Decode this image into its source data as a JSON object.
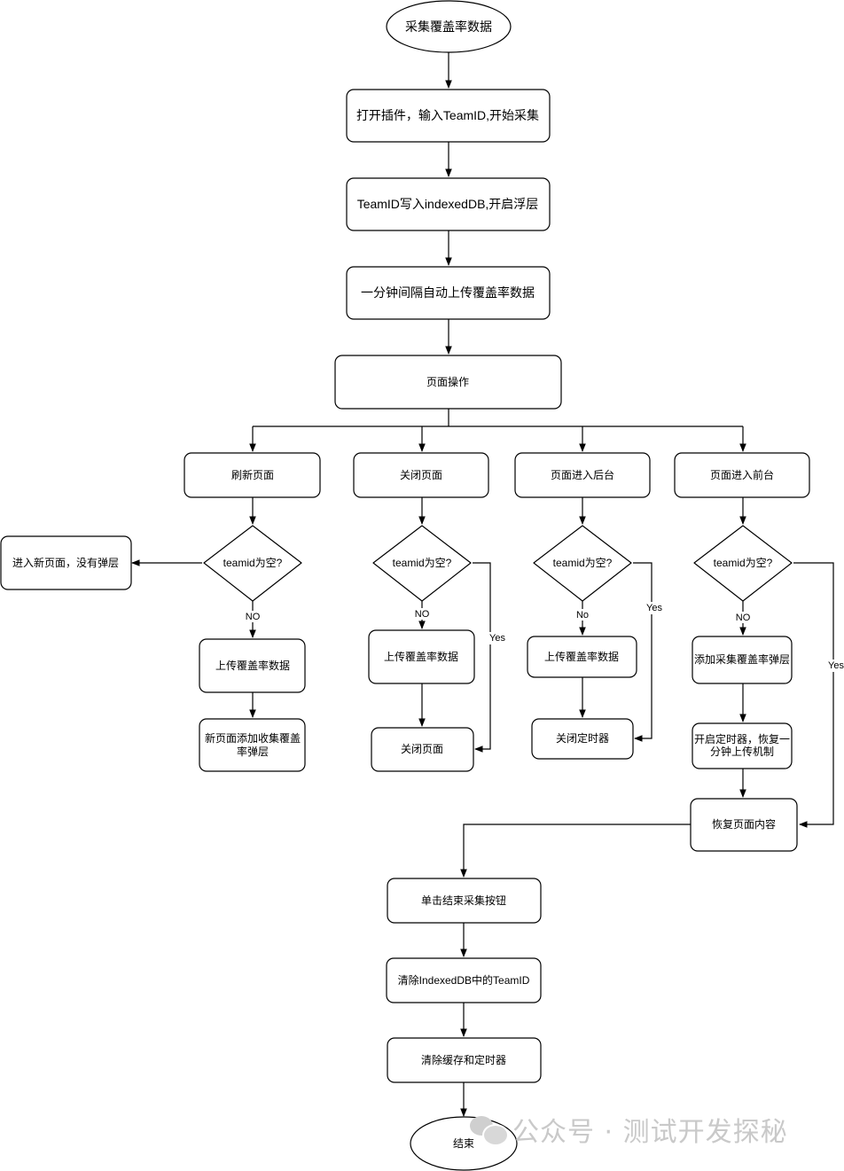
{
  "nodes": {
    "start": "采集覆盖率数据",
    "open_plugin": "打开插件，输入TeamID,开始采集",
    "write_db": "TeamID写入indexedDB,开启浮层",
    "auto_upload": "一分钟间隔自动上传覆盖率数据",
    "page_op": "页面操作",
    "refresh": "刷新页面",
    "close_page": "关闭页面",
    "to_background": "页面进入后台",
    "to_foreground": "页面进入前台",
    "decision": "teamid为空?",
    "new_page_no_layer": "进入新页面，没有弹层",
    "upload_data": "上传覆盖率数据",
    "new_page_layer_1": "新页面添加收集覆盖",
    "new_page_layer_2": "率弹层",
    "close_page_end": "关闭页面",
    "close_timer": "关闭定时器",
    "add_layer": "添加采集覆盖率弹层",
    "start_timer_1": "开启定时器，恢复一",
    "start_timer_2": "分钟上传机制",
    "restore": "恢复页面内容",
    "click_end": "单击结束采集按钮",
    "clear_db": "清除IndexedDB中的TeamID",
    "clear_cache": "清除缓存和定时器",
    "end": "结束"
  },
  "edge_labels": {
    "no_upper": "NO",
    "no_lower": "No",
    "yes": "Yes"
  },
  "watermark": "公众号 · 测试开发探秘"
}
